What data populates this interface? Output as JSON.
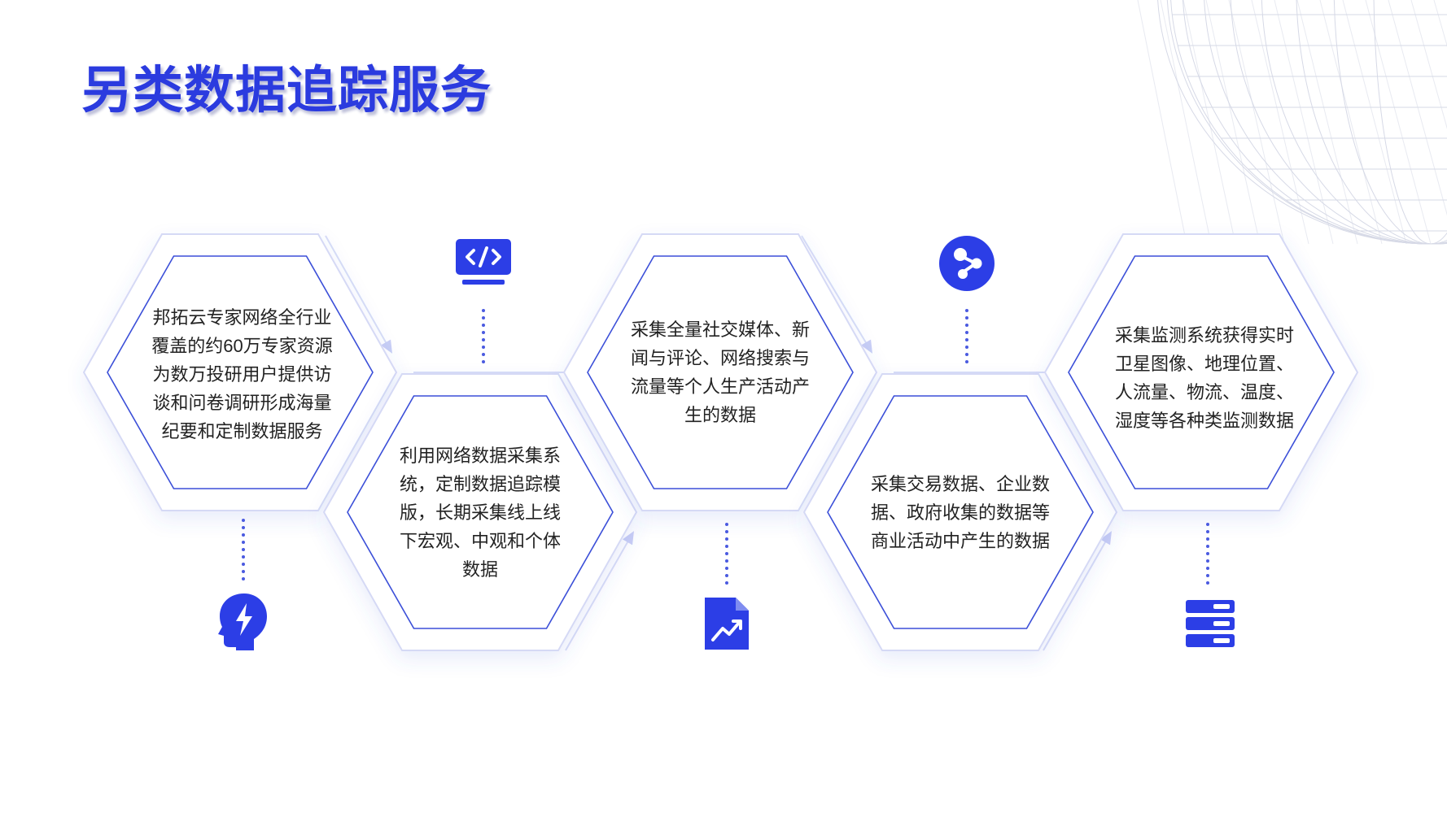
{
  "title": "另类数据追踪服务",
  "colors": {
    "accent": "#2b3bdf",
    "icon_blue": "#2c3ee6",
    "hex_border": "#3b4fd8",
    "hex_outer": "#d5d9f5",
    "connector": "#d9ddf7",
    "dots": "#4a5ae0"
  },
  "hexagons": [
    {
      "id": "expert",
      "text": "邦拓云专家网络全行业覆盖的约60万专家资源为数万投研用户提供访谈和问卷调研形成海量纪要和定制数据服务",
      "icon": "brain-lightning-icon"
    },
    {
      "id": "crawler",
      "text": "利用网络数据采集系统，定制数据追踪模版，长期采集线上线下宏观、中观和个体数据",
      "icon": "code-monitor-icon"
    },
    {
      "id": "social",
      "text": "采集全量社交媒体、新闻与评论、网络搜索与流量等个人生产活动产生的数据",
      "icon": "chart-document-icon"
    },
    {
      "id": "business",
      "text": "采集交易数据、企业数据、政府收集的数据等商业活动中产生的数据",
      "icon": "share-nodes-icon"
    },
    {
      "id": "monitoring",
      "text": "采集监测系统获得实时卫星图像、地理位置、人流量、物流、温度、湿度等各种类监测数据",
      "icon": "server-stack-icon"
    }
  ]
}
